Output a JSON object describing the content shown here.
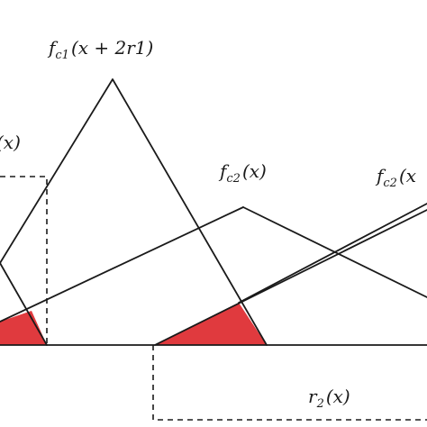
{
  "diagram": {
    "labels": {
      "fc1": {
        "base": "f",
        "sub": "c1",
        "arg": "(x + 2r1)"
      },
      "left": {
        "arg": "(x)"
      },
      "fc2_a": {
        "base": "f",
        "sub": "c2",
        "arg": "(x)"
      },
      "fc2_b": {
        "base": "f",
        "sub": "c2",
        "arg": "(x"
      },
      "r2": {
        "base": "r",
        "sub": "2",
        "arg": "(x)"
      }
    },
    "colors": {
      "stroke": "#1a1a1a",
      "fill_red": "#e03a3e",
      "background": "#ffffff"
    }
  }
}
